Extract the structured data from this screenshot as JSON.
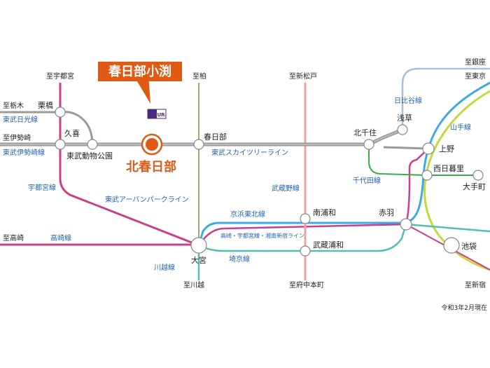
{
  "callout": {
    "text": "春日部小渕"
  },
  "logo": {
    "text": "UR"
  },
  "highlight": {
    "label": "北春日部"
  },
  "colors": {
    "tobu_skytree": "#9a9a9a",
    "utsunomiya": "#c8408a",
    "keihin_tohoku": "#3fa9e0",
    "takasaki": "#c8408a",
    "saikyo": "#52bfb4",
    "musashino": "#f0a0a0",
    "chiyoda": "#3aaa4a",
    "yamanote": "#c6d83a",
    "hibiya": "#a8c0d8",
    "urban_park": "#8a8a3a",
    "highlight": "#e05a14",
    "line_label": "#2566b0"
  },
  "stations": {
    "kuki": "久喜",
    "tobu_dobutsu_koen": "東武動物公園",
    "kurihashi": "栗橋",
    "kasukabe": "春日部",
    "kita_senju": "北千住",
    "asakusa": "浅草",
    "ueno": "上野",
    "nishi_nippori": "西日暮里",
    "otemachi": "大手町",
    "minami_urawa": "南浦和",
    "akabane": "赤羽",
    "musashi_urawa": "武蔵浦和",
    "omiya": "大宮",
    "ikebukuro": "池袋"
  },
  "destinations": {
    "utsunomiya": "至宇都宮",
    "tochigi": "至栃木",
    "isesaki": "至伊勢崎",
    "takasaki": "至高崎",
    "kawagoe": "至川越",
    "kashiwa": "至柏",
    "shin_matsudo": "至新松戸",
    "fuchu_honmachi": "至府中本町",
    "ginza": "至銀座",
    "tokyo": "至東京",
    "shinjuku": "至新宿"
  },
  "lines": {
    "tobu_nikko": "東武日光線",
    "tobu_isesaki": "東武伊勢崎線",
    "utsunomiya": "宇都宮線",
    "urban_park": "東武アーバンパークライン",
    "skytree": "東武スカイツリーライン",
    "hibiya": "日比谷線",
    "yamanote": "山手線",
    "chiyoda": "千代田線",
    "musashino": "武蔵野線",
    "keihin_tohoku": "京浜東北線",
    "takasaki_shonan": "高崎・宇都宮線・湘南新宿ライン",
    "takasaki": "高崎線",
    "kawagoe": "川越線",
    "saikyo": "埼京線"
  },
  "footnote": "令和3年2月現在"
}
